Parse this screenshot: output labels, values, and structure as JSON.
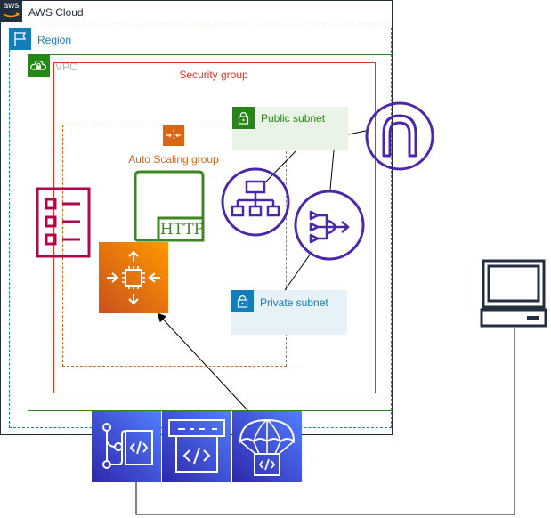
{
  "diagram": {
    "aws_cloud": {
      "label": "AWS Cloud",
      "logo_text": "aws"
    },
    "region": {
      "label": "Region"
    },
    "vpc": {
      "label": "VPC"
    },
    "security_group": {
      "label": "Security group"
    },
    "auto_scaling_group": {
      "label": "Auto Scaling group"
    },
    "public_subnet": {
      "label": "Public subnet"
    },
    "private_subnet": {
      "label": "Private subnet"
    },
    "http_badge": {
      "label": "HTTP"
    }
  },
  "colors": {
    "aws_cloud": "#232f3e",
    "region": "#147eba",
    "vpc": "#248814",
    "security_group": "#dd3522",
    "auto_scaling": "#d86613",
    "public_subnet_fill": "#e9f3e6",
    "private_subnet_fill": "#e6f2f8",
    "networking_purple": "#4d27aa",
    "management_magenta": "#b0084d",
    "compute_orange": "#ed7100",
    "devtools_blue": "#3b48cc"
  },
  "icons": [
    "aws-logo-icon",
    "region-flag-icon",
    "vpc-cloud-lock-icon",
    "auto-scaling-icon",
    "public-subnet-lock-icon",
    "private-subnet-lock-icon",
    "http-endpoint-icon",
    "ec2-instance-icon",
    "checklist-icon",
    "elastic-load-balancer-icon",
    "nat-gateway-icon",
    "internet-gateway-icon",
    "client-computer-icon",
    "codepipeline-icon",
    "codebuild-icon",
    "codedeploy-icon"
  ]
}
